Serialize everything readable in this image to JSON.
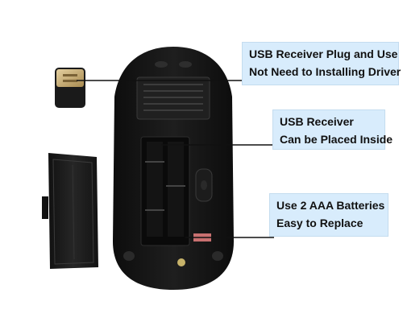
{
  "callouts": [
    {
      "line1": "USB Receiver Plug and Use",
      "line2": "Not Need to Installing Driver"
    },
    {
      "line1": "USB Receiver",
      "line2": "Can be Placed Inside"
    },
    {
      "line1": "Use 2 AAA Batteries",
      "line2": "Easy to Replace"
    }
  ],
  "colors": {
    "callout_background": "#d8ecfc",
    "leader_line": "#111111",
    "mouse_body": "#151515",
    "battery_door": "#1a1a1a",
    "usb_receiver_cap": "#c9b07a"
  }
}
